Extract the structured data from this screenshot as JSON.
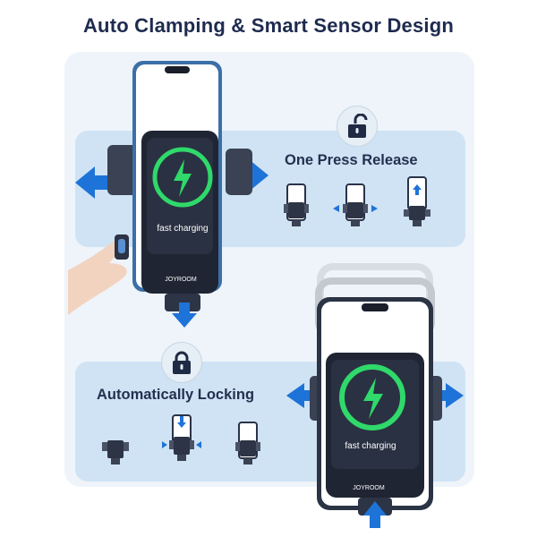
{
  "title": "Auto Clamping & Smart Sensor Design",
  "top_section": {
    "caption": "One Press Release",
    "icon": "unlocked-padlock-icon",
    "steps": [
      "mount-clamped",
      "mount-arms-open",
      "phone-removed"
    ]
  },
  "bottom_section": {
    "caption": "Automatically Locking",
    "icon": "locked-padlock-icon",
    "steps": [
      "mount-empty",
      "phone-inserted",
      "mount-clamped"
    ]
  },
  "mount_display": {
    "charging_label": "fast charging",
    "brand": "JOYROOM"
  },
  "colors": {
    "title": "#1e2b4f",
    "arrow": "#1e73d8",
    "charging_ring": "#2fd96a",
    "band": "#cfe3f4"
  }
}
